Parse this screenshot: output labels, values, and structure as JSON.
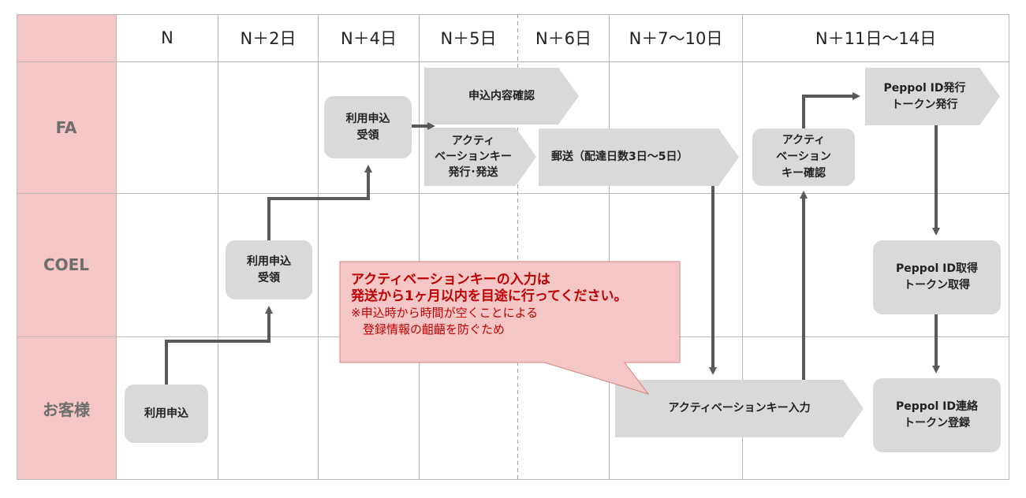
{
  "columns": [
    "N",
    "N＋2日",
    "N＋4日",
    "N＋5日",
    "N＋6日",
    "N＋7〜10日",
    "N＋11日〜14日"
  ],
  "lanes": [
    "FA",
    "COEL",
    "お客様"
  ],
  "steps": {
    "customer_apply": "利用申込",
    "coel_receive": "利用申込\n受領",
    "fa_receive": "利用申込\n受領",
    "fa_confirm": "申込内容確認",
    "fa_issue_key": "アクティ\nベーションキー\n発行･発送",
    "fa_mail": "郵送（配達日数3日〜5日）",
    "fa_key_check": "アクティ\nベーション\nキー確認",
    "fa_peppol_issue": "Peppol ID発行\nトークン発行",
    "coel_peppol_get": "Peppol ID取得\nトークン取得",
    "customer_key_input": "アクティベーションキー入力",
    "customer_peppol_register": "Peppol ID連絡\nトークン登録"
  },
  "callout": {
    "main_line1": "アクティベーションキーの入力は",
    "main_line2": "発送から1ヶ月以内を目途に行ってください。",
    "note_line1": "※申込時から時間が空くことによる",
    "note_line2": "　登録情報の齟齬を防ぐため"
  },
  "colors": {
    "lane_header_bg": "#f4c6c6",
    "box_bg": "#d9d9d9",
    "arrow": "#595959",
    "callout_bg": "#f4c6c6",
    "callout_border": "#d98080",
    "callout_text": "#c00000"
  }
}
